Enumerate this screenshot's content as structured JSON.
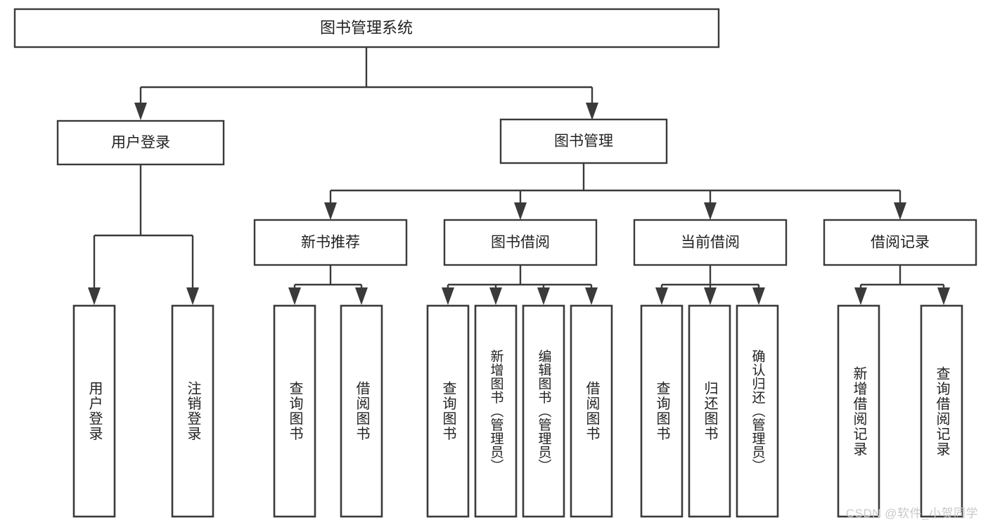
{
  "diagram": {
    "type": "tree",
    "title": "图书管理系统",
    "watermark": "CSDN @软件_小贺同学",
    "colors": {
      "box_stroke": "#3a3a3a",
      "box_fill": "#ffffff",
      "text": "#222222",
      "watermark": "#c9c9c9",
      "background": "#ffffff"
    },
    "root": {
      "label": "图书管理系统"
    },
    "level2": [
      {
        "label": "用户登录"
      },
      {
        "label": "图书管理"
      }
    ],
    "level3": [
      {
        "label": "新书推荐"
      },
      {
        "label": "图书借阅"
      },
      {
        "label": "当前借阅"
      },
      {
        "label": "借阅记录"
      }
    ],
    "leaves": {
      "user_login": [
        {
          "label": "用户登录"
        },
        {
          "label": "注销登录"
        }
      ],
      "new_book_recommend": [
        {
          "label": "查询图书"
        },
        {
          "label": "借阅图书"
        }
      ],
      "book_borrow": [
        {
          "label": "查询图书"
        },
        {
          "label": "新增图书（管理员）"
        },
        {
          "label": "编辑图书（管理员）"
        },
        {
          "label": "借阅图书"
        }
      ],
      "current_borrow": [
        {
          "label": "查询图书"
        },
        {
          "label": "归还图书"
        },
        {
          "label": "确认归还（管理员）"
        }
      ],
      "borrow_record": [
        {
          "label": "新增借阅记录"
        },
        {
          "label": "查询借阅记录"
        }
      ]
    }
  }
}
